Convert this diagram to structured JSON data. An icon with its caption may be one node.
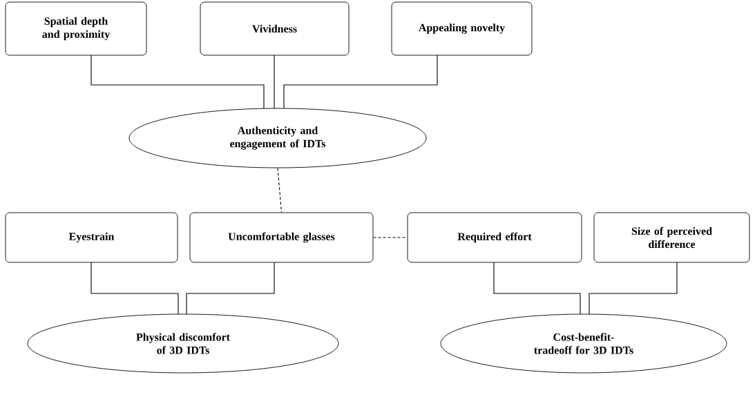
{
  "diagram": {
    "nodes": [
      {
        "text": [
          "Spatial depth and proximity"
        ]
      },
      {
        "text": [
          "Vividness"
        ]
      },
      {
        "text": [
          "Appealing novelty"
        ]
      },
      {
        "text": [
          "Authenticity and engagement of IDTs"
        ]
      },
      {
        "text": [
          "Eyestrain"
        ]
      },
      {
        "text": [
          "Uncomfortable glasses"
        ]
      },
      {
        "text": [
          "Required effort"
        ]
      },
      {
        "text": [
          "Size of perceived difference"
        ]
      },
      {
        "text": [
          "Physical discomfort of 3D IDTs"
        ]
      },
      {
        "text": [
          "Cost-benefit-tradeoff for 3D IDTs"
        ]
      }
    ],
    "edges": [
      {
        "from": 0,
        "to": 3,
        "arrow": "none"
      },
      {
        "from": 1,
        "to": 3,
        "arrow": "none"
      },
      {
        "from": 2,
        "to": 3,
        "arrow": "none"
      },
      {
        "from": 3,
        "to": 5,
        "arrow": "none",
        "style": "dashed"
      },
      {
        "from": 5,
        "to": 6,
        "arrow": "none",
        "style": "dashed"
      },
      {
        "from": 4,
        "to": 8,
        "arrow": "none"
      },
      {
        "from": 5,
        "to": 8,
        "arrow": "none"
      },
      {
        "from": 6,
        "to": 9,
        "arrow": "none"
      },
      {
        "from": 7,
        "to": 9,
        "arrow": "none"
      }
    ]
  }
}
